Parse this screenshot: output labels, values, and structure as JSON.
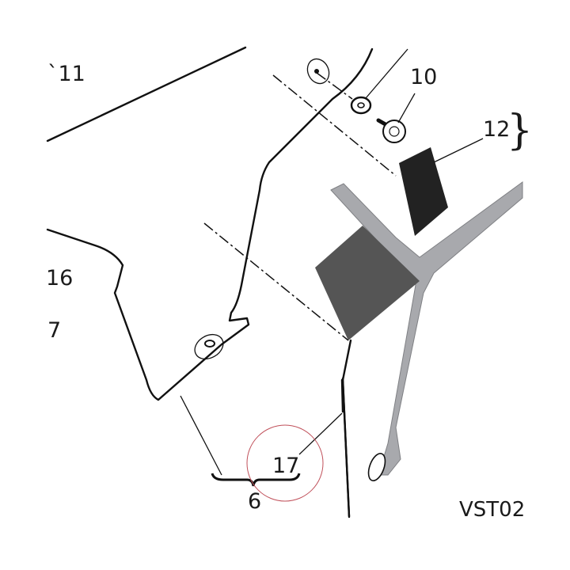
{
  "diagram": {
    "callouts": [
      {
        "key": "c11",
        "label": "`11"
      },
      {
        "key": "c10",
        "label": "10"
      },
      {
        "key": "c12",
        "label": "12"
      },
      {
        "key": "c16",
        "label": "16"
      },
      {
        "key": "c7",
        "label": "7"
      },
      {
        "key": "c17",
        "label": "17"
      },
      {
        "key": "c6",
        "label": "6"
      }
    ],
    "group_brace": "}",
    "drawing_code": "VST02",
    "colors": {
      "line": "#111111",
      "frame_gray": "#a8a9ad",
      "panel_dark_gray": "#555555",
      "pad_black": "#222222",
      "highlight_circle": "#c0505a"
    }
  }
}
